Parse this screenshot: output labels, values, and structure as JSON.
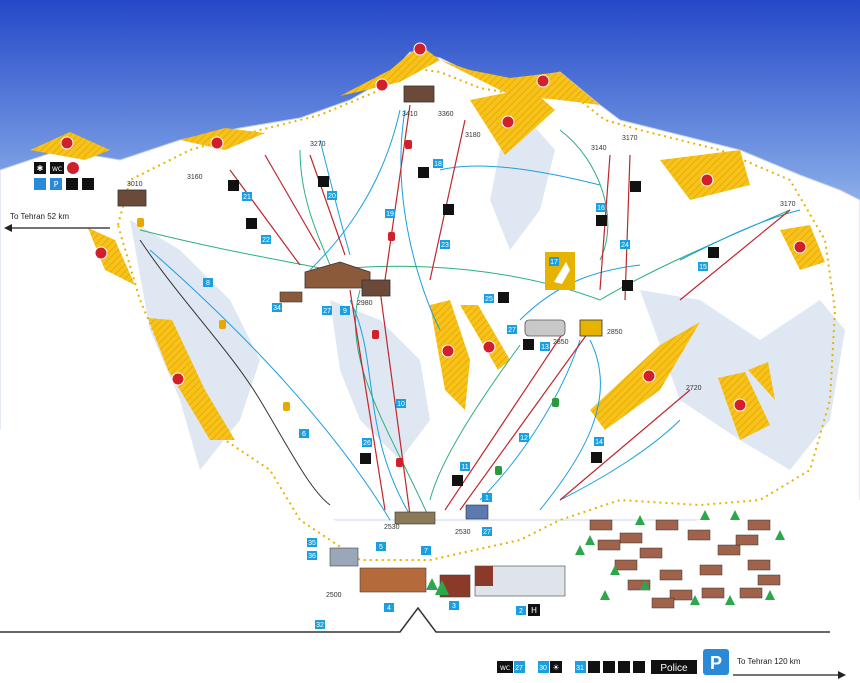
{
  "roads": {
    "left": "To Tehran 52 km",
    "right": "To Tehran 120 km"
  },
  "legend": {
    "police": "Police",
    "parking": "P",
    "wc": "WC",
    "wc_number": "27",
    "sun_number": "30",
    "ski_number": "31",
    "hotel": "H"
  },
  "elevations": [
    "3410",
    "3360",
    "3270",
    "3180",
    "3160",
    "3140",
    "3170",
    "3010",
    "3170",
    "2980",
    "2850",
    "2850",
    "2720",
    "2530",
    "2530",
    "2500"
  ],
  "lift_numbers": [
    "21",
    "22",
    "20",
    "19",
    "18",
    "23",
    "16",
    "24",
    "15",
    "17",
    "8",
    "34",
    "27",
    "9",
    "25",
    "27",
    "13",
    "10",
    "26",
    "11",
    "12",
    "14",
    "6",
    "1",
    "27",
    "35",
    "36",
    "5",
    "7",
    "4",
    "3",
    "2",
    "32"
  ],
  "colors": {
    "sky_top": "#2548c8",
    "sky_bottom": "#d8e6fb",
    "danger_zone": "#f7c21a",
    "gondola_red": "#d21f2c",
    "gondola_yellow": "#e8a800",
    "gondola_green": "#2a9a3c",
    "piste_blue": "#1aa0e0",
    "piste_green": "#2cb07a",
    "lift_red": "#c0262c",
    "parking_blue": "#2a8ad8"
  }
}
